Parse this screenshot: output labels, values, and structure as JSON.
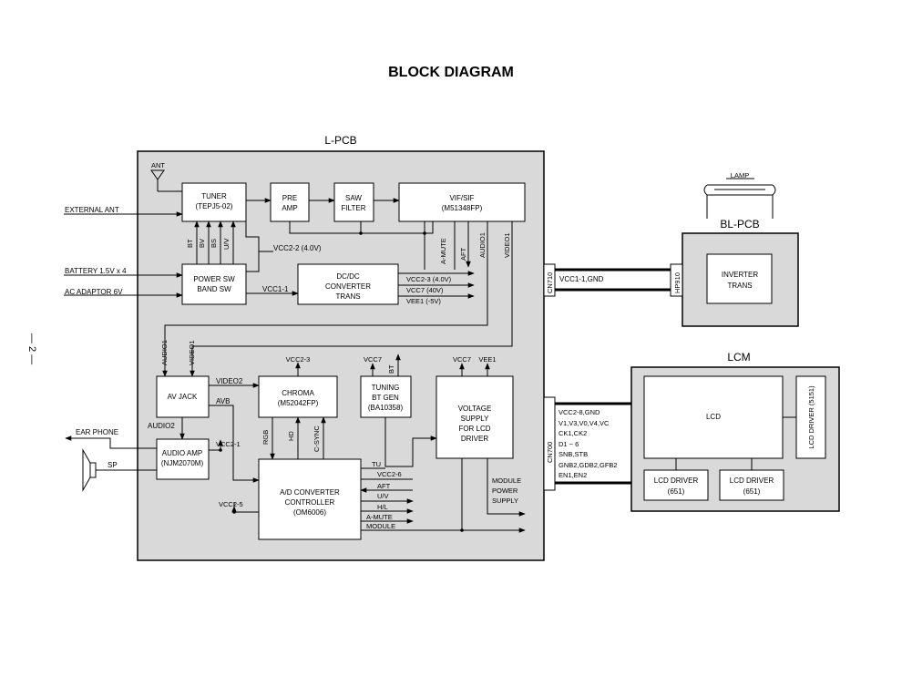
{
  "title": "BLOCK DIAGRAM",
  "page_number": "— 2 —",
  "panels": {
    "l_pcb": "L-PCB",
    "bl_pcb": "BL-PCB",
    "lcm": "LCM"
  },
  "blocks": {
    "tuner": [
      "TUNER",
      "(TEPJ5-02)"
    ],
    "pre_amp": [
      "PRE",
      "AMP"
    ],
    "saw_filter": [
      "SAW",
      "FILTER"
    ],
    "vif_sif": [
      "VIF/SIF",
      "(M51348FP)"
    ],
    "power_sw": [
      "POWER SW",
      "BAND SW"
    ],
    "dcdc": [
      "DC/DC",
      "CONVERTER",
      "TRANS"
    ],
    "av_jack": [
      "AV JACK"
    ],
    "chroma": [
      "CHROMA",
      "(M52042FP)"
    ],
    "tuning": [
      "TUNING",
      "BT GEN",
      "(BA10358)"
    ],
    "voltage_supply": [
      "VOLTAGE",
      "SUPPLY",
      "FOR LCD",
      "DRIVER"
    ],
    "audio_amp": [
      "AUDIO AMP",
      "(NJM2070M)"
    ],
    "ad_converter": [
      "A/D CONVERTER",
      "CONTROLLER",
      "(OM6006)"
    ],
    "inverter": [
      "INVERTER",
      "TRANS"
    ],
    "lcd": [
      "LCD"
    ],
    "lcd_driver_left": [
      "LCD  DRIVER",
      "(651)"
    ],
    "lcd_driver_right": [
      "LCD DRIVER",
      "(651)"
    ],
    "lcd_driver_vertical": "LCD DRIVER (5151)"
  },
  "connectors": {
    "cn710": "CN710",
    "hp910": "HP910",
    "cn700": "CN700"
  },
  "labels": {
    "ant": "ANT",
    "external_ant": "EXTERNAL ANT",
    "battery": "BATTERY 1.5V x 4",
    "ac_adaptor": "AC ADAPTOR 6V",
    "ear_phone": "EAR PHONE",
    "sp": "SP",
    "lamp": "LAMP",
    "bt": "BT",
    "bv": "BV",
    "bs": "BS",
    "uv": "U/V",
    "vcc2_2": "VCC2-2 (4.0V)",
    "vcc1_1": "VCC1-1",
    "vcc2_3_4v": "VCC2-3 (4.0V)",
    "vcc7_40v": "VCC7 (40V)",
    "vee1_5v": "VEE1 (-5V)",
    "a_mute_v": "A-MUTE",
    "aft_v": "AFT",
    "audio1": "AUDIO1",
    "video1": "VIDEO1",
    "vcc1_1_gnd": "VCC1-1,GND",
    "video2": "VIDEO2",
    "avb": "AVB",
    "audio2": "AUDIO2",
    "vcc2_3": "VCC2-3",
    "vcc7": "VCC7",
    "vee1": "VEE1",
    "vcc2_1": "VCC2-1",
    "vcc2_5": "VCC2-5",
    "rgb": "RGB",
    "hd": "HD",
    "c_sync": "C-SYNC",
    "tu": "TU",
    "vcc2_6": "VCC2-6",
    "aft": "AFT",
    "uv_h": "U/V",
    "hl": "H/L",
    "a_mute": "A-MUTE",
    "module": "MODULE",
    "module_power_supply": [
      "MODULE",
      "POWER",
      "SUPPLY"
    ],
    "cn700_signals": [
      "VCC2-8,GND",
      "V1,V3,V0,V4,VC",
      "CK1,CK2",
      "D1 ~ 6",
      "SNB,STB",
      "GNB2,GDB2,GFB2",
      "EN1,EN2"
    ]
  }
}
